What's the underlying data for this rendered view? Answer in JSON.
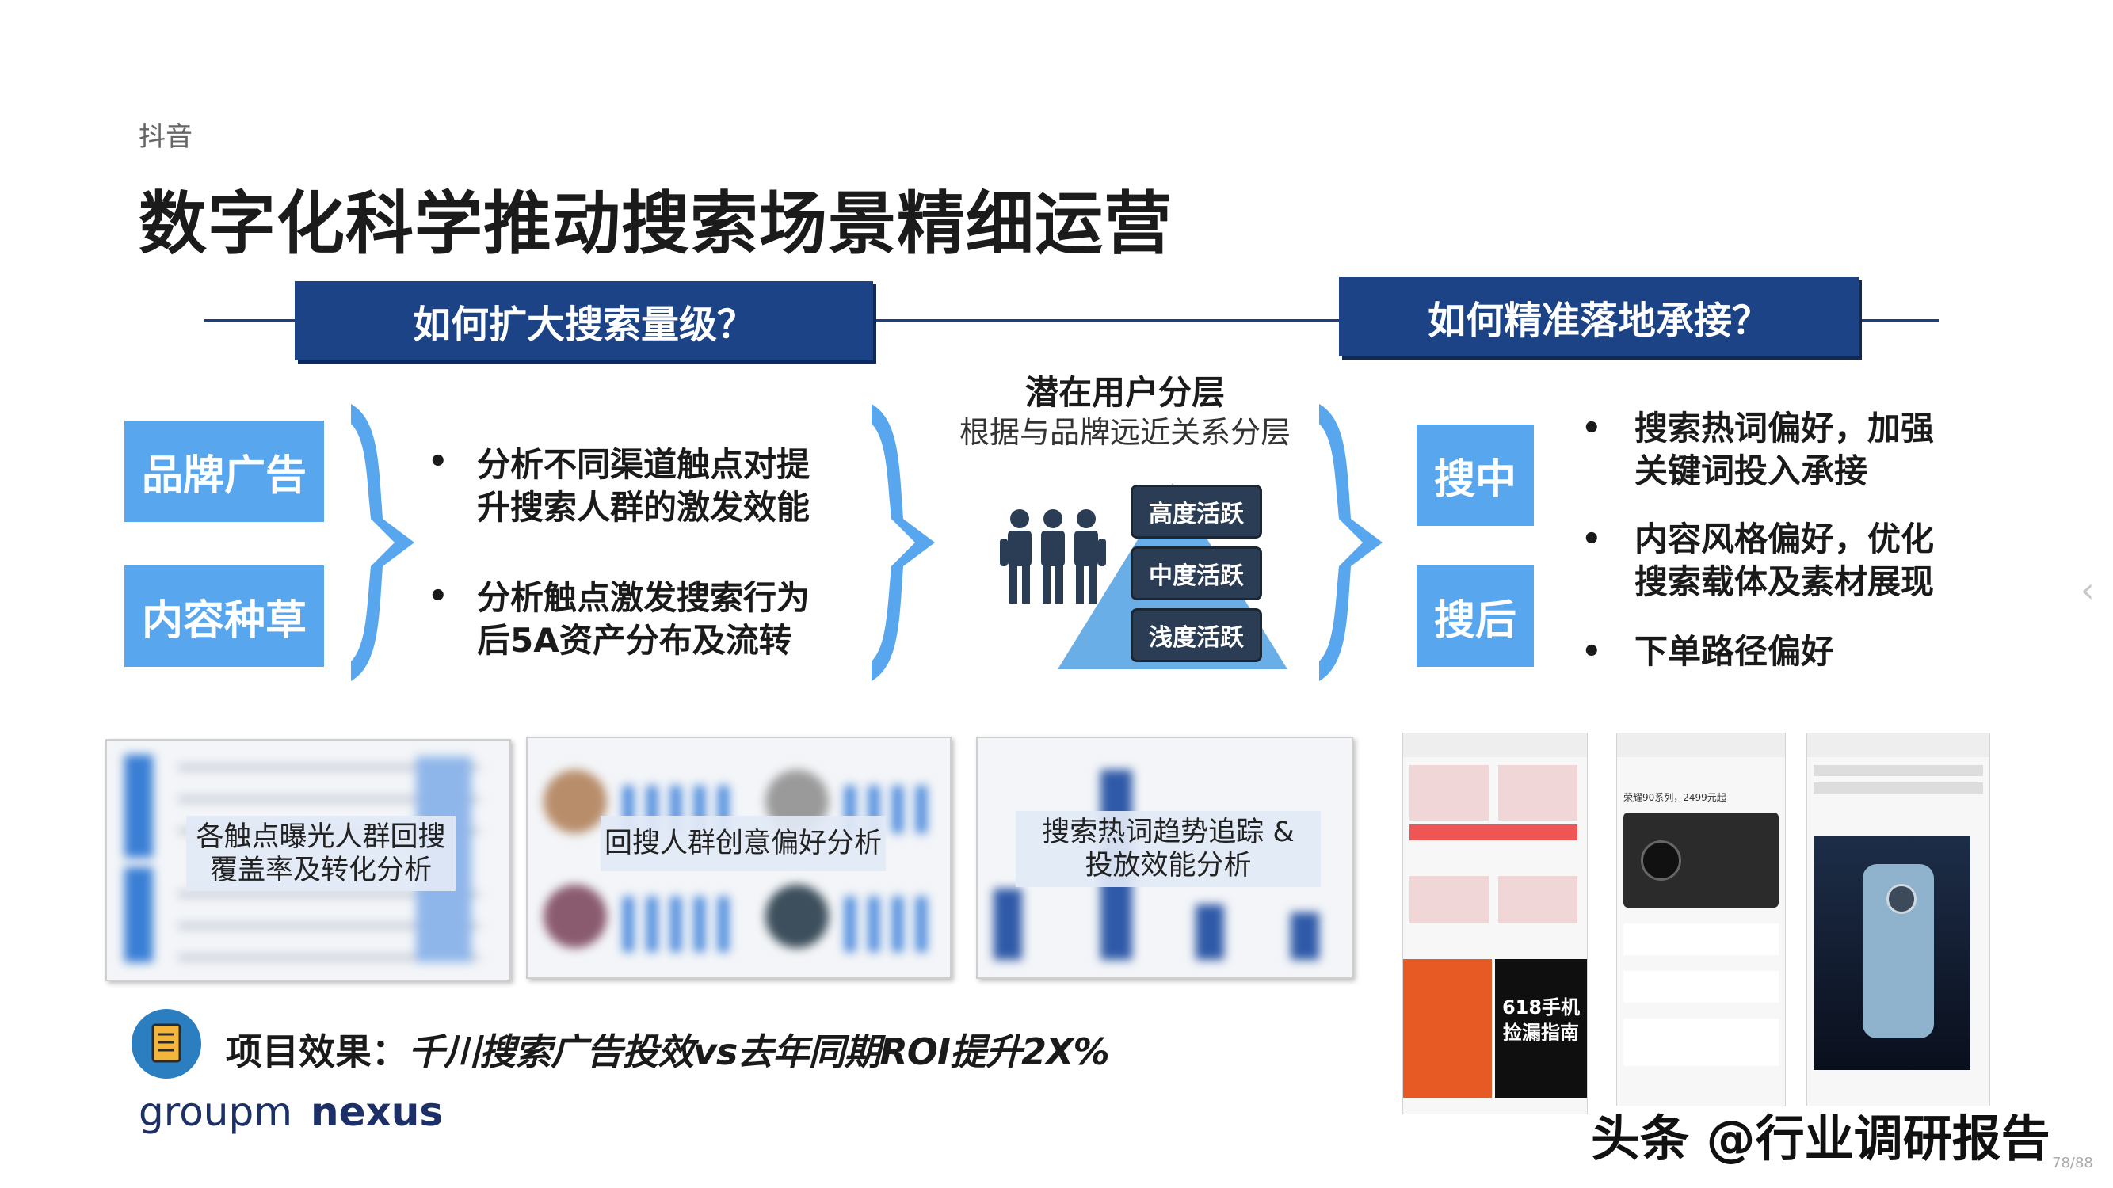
{
  "header": {
    "label": "抖音",
    "title": "数字化科学推动搜索场景精细运营"
  },
  "left_section": {
    "heading": "如何扩大搜索量级？",
    "tags": [
      "品牌广告",
      "内容种草"
    ],
    "bullets": [
      [
        "分析不同渠道触点对提",
        "升搜索人群的激发效能"
      ],
      [
        "分析触点激发搜索行为",
        "后5A资产分布及流转"
      ]
    ]
  },
  "center_section": {
    "title": "潜在用户分层",
    "subtitle": "根据与品牌远近关系分层",
    "levels": [
      "高度活跃",
      "中度活跃",
      "浅度活跃"
    ],
    "people_icon": "people-group-icon"
  },
  "right_section": {
    "heading": "如何精准落地承接？",
    "tags": [
      "搜中",
      "搜后"
    ],
    "bullets": [
      [
        "搜索热词偏好，加强",
        "关键词投入承接"
      ],
      [
        "内容风格偏好，优化",
        "搜索载体及素材展现"
      ],
      [
        "下单路径偏好"
      ]
    ]
  },
  "cards": [
    {
      "label": [
        "各触点曝光人群回搜",
        "覆盖率及转化分析"
      ]
    },
    {
      "label": [
        "回搜人群创意偏好分析"
      ]
    },
    {
      "label": [
        "搜索热词趋势追踪 &",
        "投放效能分析"
      ]
    }
  ],
  "phones": [
    {
      "promo_text": [
        "618手机",
        "捡漏指南"
      ]
    },
    {
      "caption": "荣耀90系列，2499元起"
    },
    {
      "caption": ""
    }
  ],
  "effect": {
    "icon": "document-icon",
    "prefix": "项目效果：",
    "text": "千川搜索广告投效vs去年同期ROI提升2X%"
  },
  "logo": {
    "groupm": "groupm",
    "nexus": "nexus"
  },
  "watermark": "头条 @行业调研报告",
  "page_number": "78/88",
  "colors": {
    "navy": "#1c4385",
    "light_blue": "#58a6ed",
    "pill_dark": "#2b3d54",
    "triangle": "#6aaee8"
  }
}
